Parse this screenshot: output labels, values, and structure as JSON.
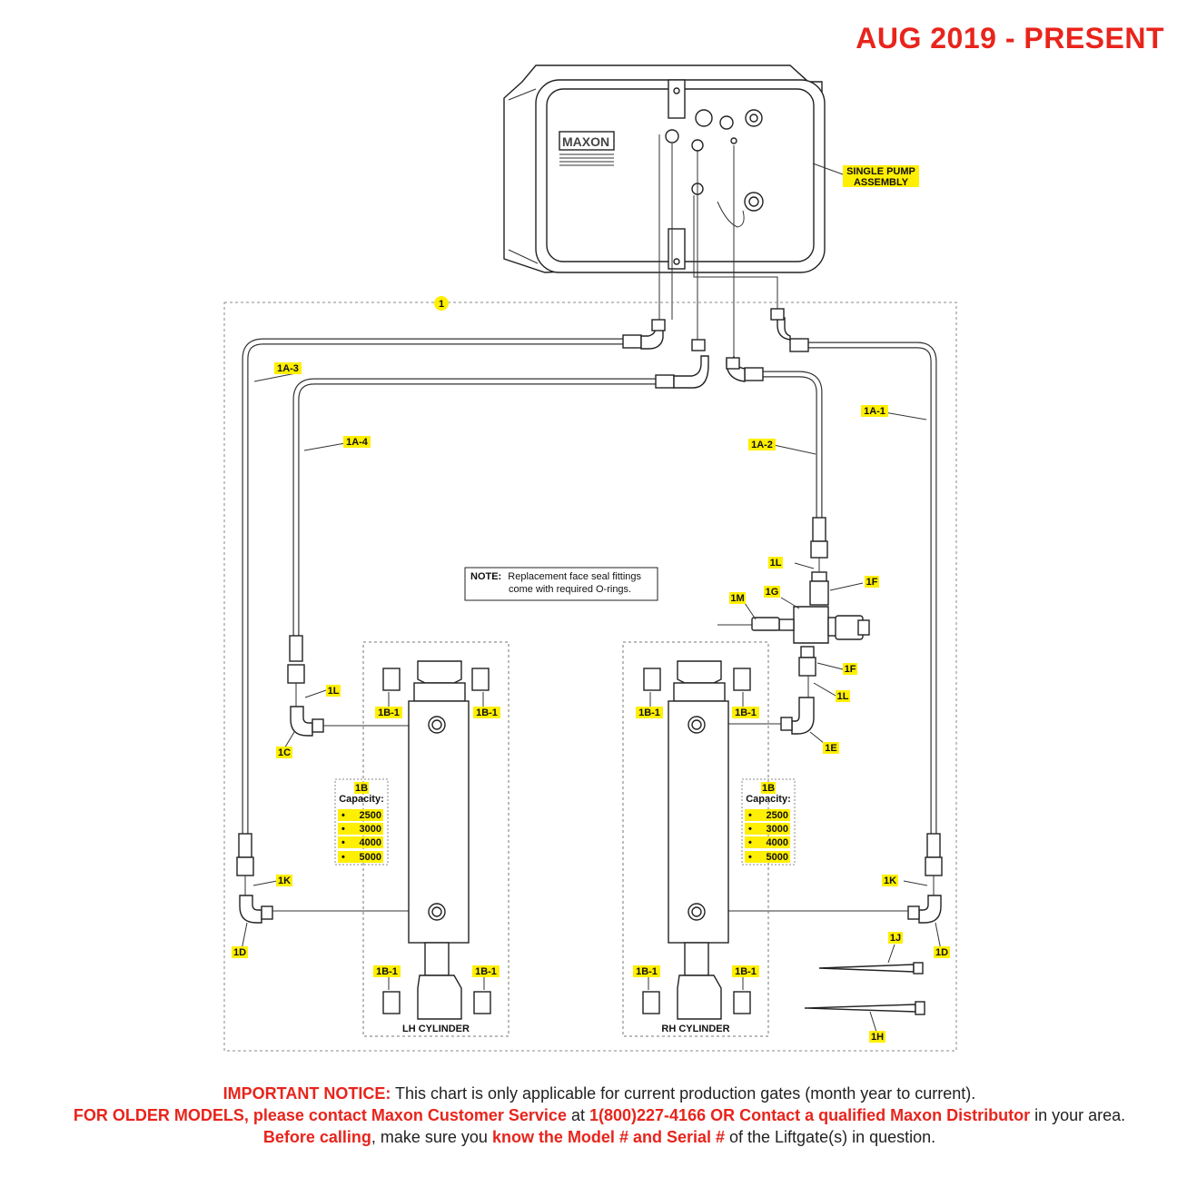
{
  "header": {
    "date_range": "AUG 2019 - PRESENT"
  },
  "colors": {
    "accent_red": "#e8241c",
    "label_highlight": "#ffef00"
  },
  "pump": {
    "brand": "MAXON",
    "label_line1": "SINGLE PUMP",
    "label_line2": "ASSEMBLY"
  },
  "callouts": {
    "kit": "1",
    "hose_1a1": "1A-1",
    "hose_1a2": "1A-2",
    "hose_1a3": "1A-3",
    "hose_1a4": "1A-4",
    "c_1c": "1C",
    "d_left": "1D",
    "d_right": "1D",
    "e_1e": "1E",
    "f_top": "1F",
    "f_bottom": "1F",
    "g_1g": "1G",
    "h_1h": "1H",
    "j_1j": "1J",
    "k_left": "1K",
    "k_right": "1K",
    "l_left": "1L",
    "l_top": "1L",
    "l_bottom": "1L",
    "m_1m": "1M",
    "b1": "1B-1"
  },
  "note": {
    "label": "NOTE:",
    "line1": "Replacement face seal fittings",
    "line2": "come with required O-rings."
  },
  "cylinders": {
    "left": {
      "name": "LH CYLINDER"
    },
    "right": {
      "name": "RH CYLINDER"
    },
    "capacity_ref": "1B",
    "capacity_label": "Capacity:",
    "bullet": "•",
    "capacities": [
      "2500",
      "3000",
      "4000",
      "5000"
    ]
  },
  "notice": {
    "part1_bold": "IMPORTANT NOTICE:",
    "part1": " This chart is only applicable for current production gates (month year to current).",
    "part2_bold": "FOR OLDER MODELS, please contact Maxon Customer Service",
    "part2": " at ",
    "part2_phone_bold": "1(800)227-4166 OR Contact a qualified Maxon Distributor",
    "part3": " in your area. ",
    "part3_bold": "Before calling",
    "part4": ", make sure you ",
    "part4_bold": "know the Model # and Serial #",
    "part5": " of the Liftgate(s) in question."
  }
}
